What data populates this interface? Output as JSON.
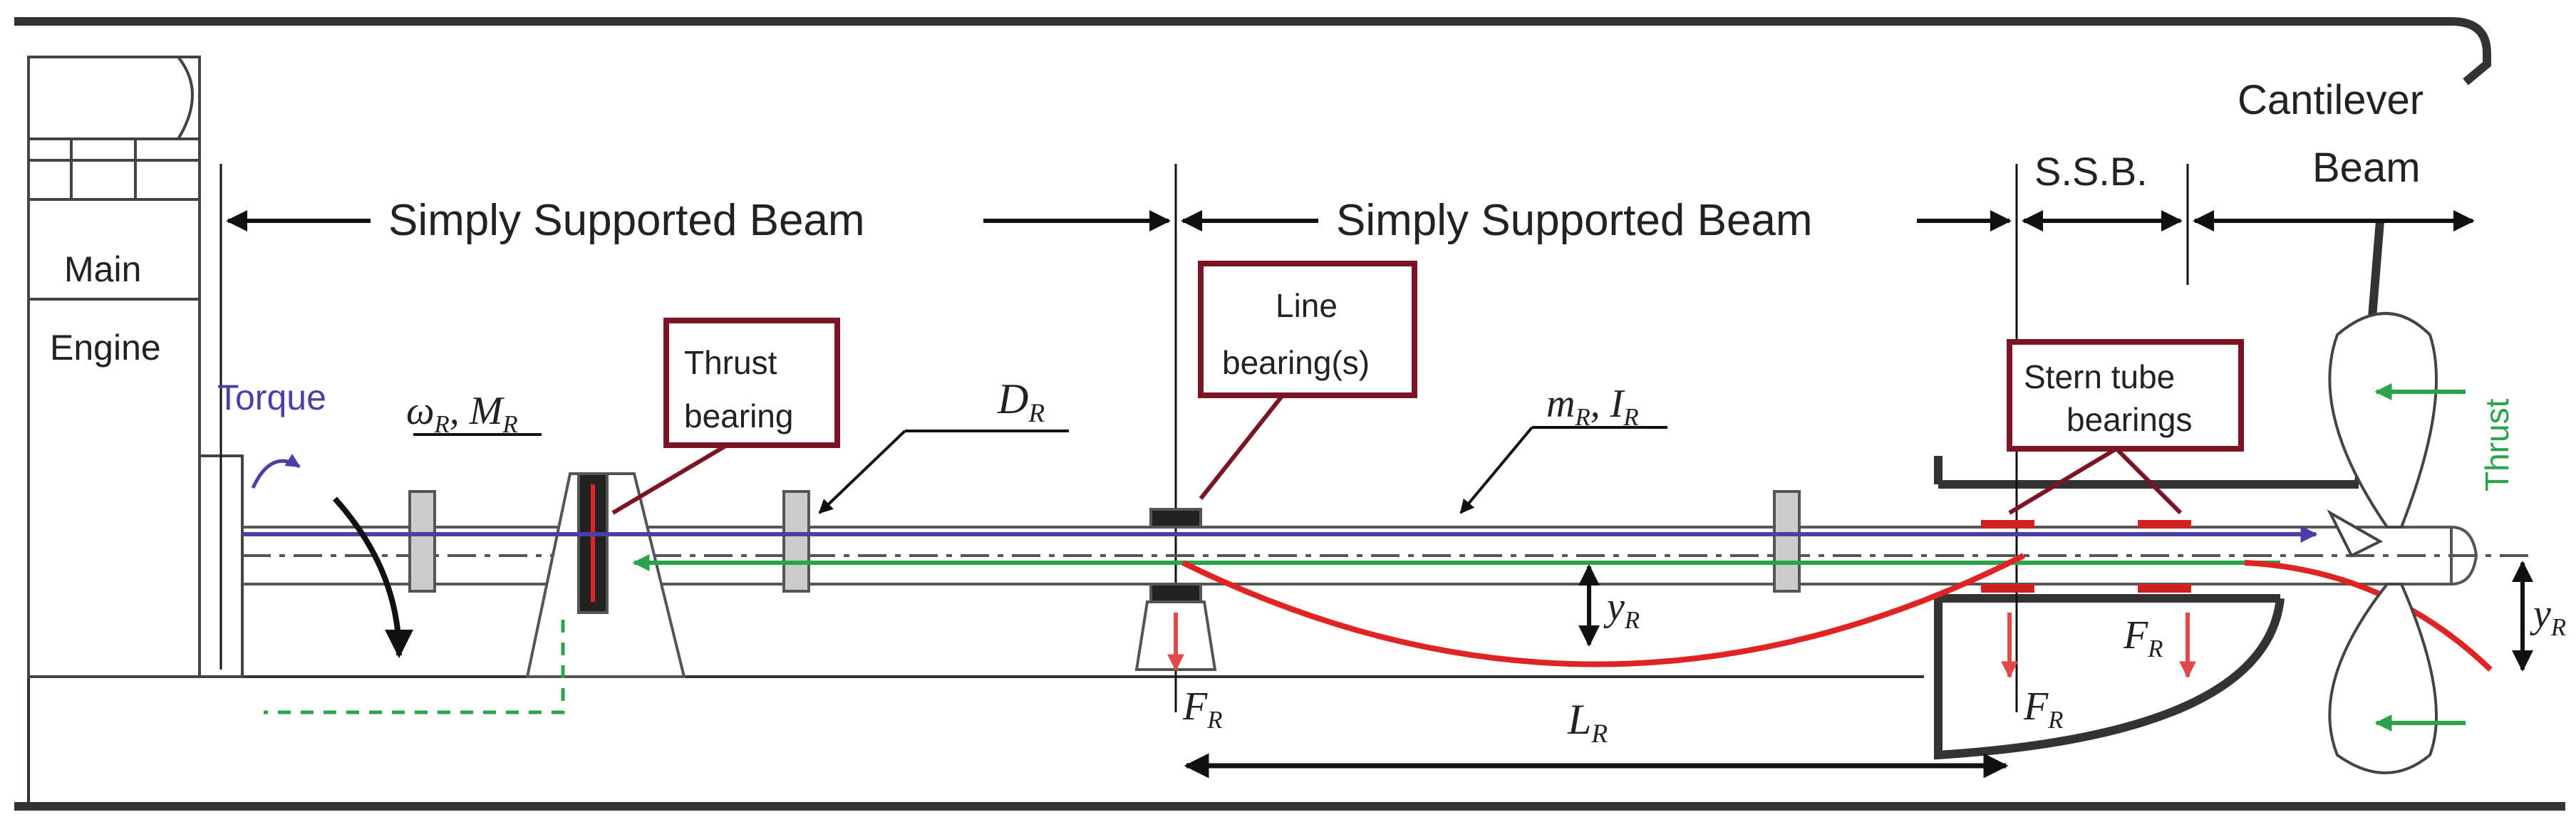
{
  "labels": {
    "main": "Main",
    "engine": "Engine",
    "torque": "Torque",
    "omega_symbol": "ω",
    "omega_sub": "R",
    "moment_symbol": "M",
    "moment_sub": "R",
    "simply_supported_1": "Simply Supported Beam",
    "simply_supported_2": "Simply Supported Beam",
    "ssb": "S.S.B.",
    "cantilever_line1": "Cantilever",
    "cantilever_line2": "Beam",
    "thrust_bearing_line1": "Thrust",
    "thrust_bearing_line2": "bearing",
    "line_bearing_line1": "Line",
    "line_bearing_line2": "bearing(s)",
    "stern_tube_line1": "Stern tube",
    "stern_tube_line2": "bearings",
    "diameter_symbol": "D",
    "diameter_sub": "R",
    "mass_symbol": "m",
    "mass_sub": "R",
    "inertia_symbol": "I",
    "inertia_sub": "R",
    "deflection_symbol": "y",
    "deflection_sub": "R",
    "force_symbol": "F",
    "force_sub": "R",
    "length_symbol": "L",
    "length_sub": "R",
    "thrust": "Thrust"
  },
  "colors": {
    "outline": "#333333",
    "bearing_box": "#7b1523",
    "torque_line": "#4a3fa8",
    "thrust_line": "#2aa34a",
    "deflection_curve": "#e02424",
    "force_arrow": "#e04a4a",
    "bearing_pad": "#d02020",
    "flange": "#cccccc"
  }
}
